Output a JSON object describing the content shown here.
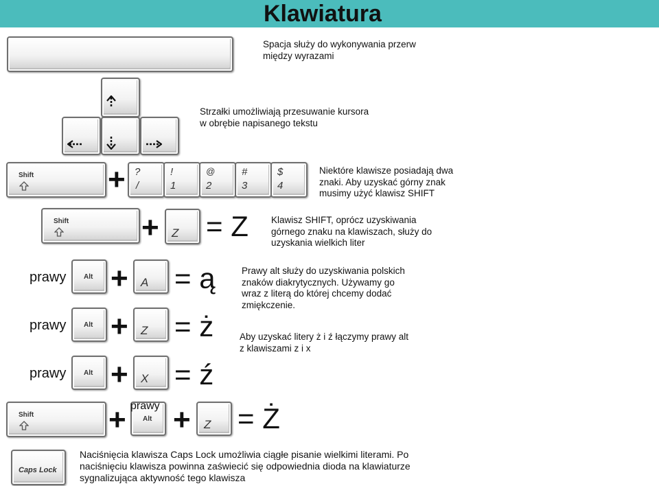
{
  "title": "Klawiatura",
  "space": {
    "description": "Spacja służy do wykonywania przerw między wyrazami"
  },
  "arrows": {
    "description": "Strzałki umożliwiają przesuwanie kursora w obrębie napisanego tekstu"
  },
  "shift_row": {
    "shift_label": "Shift",
    "plus": "+",
    "keys": [
      {
        "top": "?",
        "bottom": "/"
      },
      {
        "top": "!",
        "bottom": "1"
      },
      {
        "top": "@",
        "bottom": "2"
      },
      {
        "top": "#",
        "bottom": "3"
      },
      {
        "top": "$",
        "bottom": "4"
      }
    ],
    "description": "Niektóre klawisze posiadają dwa znaki. Aby uzyskać górny znak musimy użyć klawisz SHIFT"
  },
  "shift_z_row": {
    "shift_label": "Shift",
    "plus": "+",
    "key_char": "Z",
    "result": "= Z",
    "description": "Klawisz SHIFT, oprócz uzyskiwania górnego znaku na klawiszach, służy do uzyskania wielkich liter"
  },
  "alt_rows": [
    {
      "prawy": "prawy",
      "alt_label": "Alt",
      "plus": "+",
      "key_char": "A",
      "result": "= ą"
    },
    {
      "prawy": "prawy",
      "alt_label": "Alt",
      "plus": "+",
      "key_char": "Z",
      "result": "= ż"
    },
    {
      "prawy": "prawy",
      "alt_label": "Alt",
      "plus": "+",
      "key_char": "X",
      "result": "= ź"
    }
  ],
  "alt_description": "Prawy alt służy do uzyskiwania polskich znaków diakrytycznych. Używamy go wraz z literą do której chcemy dodać zmiękczenie.",
  "alt_zx_description": "Aby uzyskać litery ż i ź łączymy prawy alt z klawiszami z i x",
  "shift_alt_z_row": {
    "shift_label": "Shift",
    "plus1": "+",
    "prawy": "prawy",
    "alt_label": "Alt",
    "plus2": "+",
    "key_char": "Z",
    "result": "= Ż"
  },
  "capslock": {
    "label": "Caps Lock",
    "description": "Naciśnięcia klawisza Caps Lock umożliwia ciągłe pisanie wielkimi literami. Po naciśnięciu klawisza powinna zaświecić się odpowiednia dioda na klawiaturze sygnalizująca aktywność tego klawisza"
  }
}
